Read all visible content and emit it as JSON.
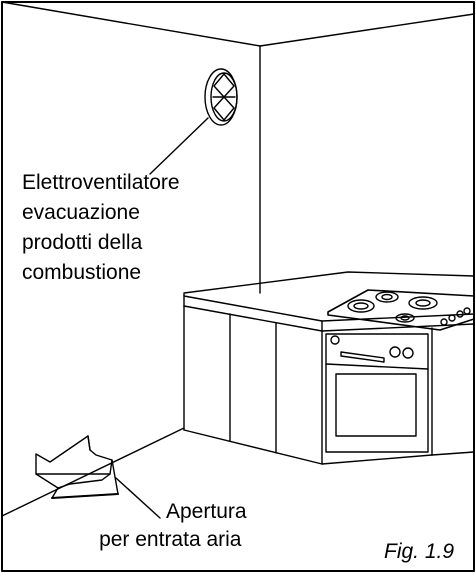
{
  "labels": {
    "fan": [
      "Elettroventilatore",
      "evacuazione",
      "prodotti della",
      "combustione"
    ],
    "opening": [
      "Apertura",
      "per entrata aria"
    ],
    "figure": "Fig. 1.9"
  }
}
